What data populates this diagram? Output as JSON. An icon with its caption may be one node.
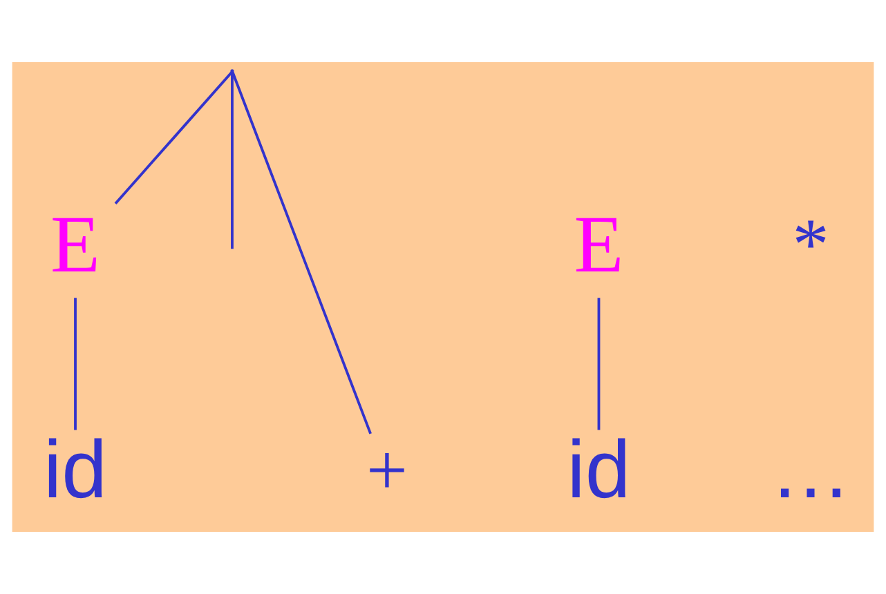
{
  "diagram": {
    "nodes": [
      {
        "text": [],
        "shape": "point"
      },
      {
        "text": [
          "E"
        ]
      },
      {
        "text": [
          "*"
        ]
      },
      {
        "text": [
          "E"
        ]
      },
      {
        "text": [
          "id"
        ]
      },
      {
        "text": [
          "id"
        ]
      },
      {
        "text": [
          "+"
        ]
      },
      {
        "text": [
          "…"
        ]
      }
    ],
    "edges": [
      {
        "from": 0,
        "to": 3,
        "arrow": "none"
      },
      {
        "from": 0,
        "to": 6,
        "arrow": "none"
      },
      {
        "from": 0,
        "to": null,
        "arrow": "none"
      },
      {
        "from": 1,
        "to": 4,
        "arrow": "none"
      },
      {
        "from": 3,
        "to": 5,
        "arrow": "none"
      }
    ]
  }
}
